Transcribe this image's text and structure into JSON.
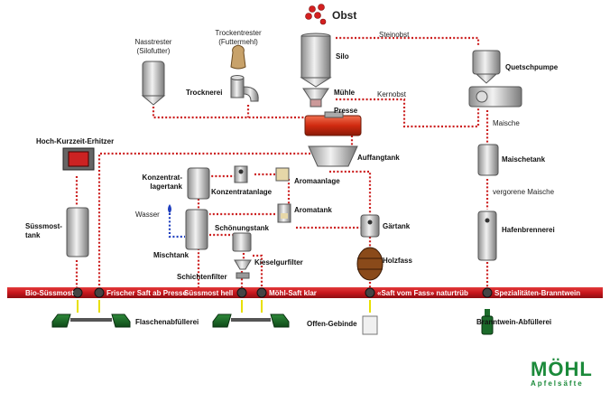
{
  "labels": {
    "obst": "Obst",
    "nasstrester": "Nasstrester\n(Silofutter)",
    "trockentrester": "Trockentrester\n(Futtermehl)",
    "trocknerei": "Trocknerei",
    "silo": "Silo",
    "steinobst": "Steinobst",
    "quetschpumpe": "Quetschpumpe",
    "muehle": "Mühle",
    "kernobst": "Kernobst",
    "presse": "Presse",
    "hochkurzzeit": "Hoch-Kurzzeit-Erhitzer",
    "auffangtank": "Auffangtank",
    "maische": "Maische",
    "maischetank": "Maischetank",
    "konzentratlagertank": "Konzentrat-\nlagertank",
    "konzentratanlage": "Konzentratanlage",
    "aromaanlage": "Aromaanlage",
    "vergorene_maische": "vergorene Maische",
    "wasser": "Wasser",
    "aromatank": "Aromatank",
    "suessmosttank": "Süssmost-\ntank",
    "schoenungstank": "Schönungstank",
    "gaertank": "Gärtank",
    "hafenbrennerei": "Hafenbrennerei",
    "mischtank": "Mischtank",
    "kieselgurfilter": "Kieselgurfilter",
    "holzfass": "Holzfass",
    "schichtenfilter": "Schichtenfilter",
    "flaschenabfuellerei": "Flaschenabfüllerei",
    "offen_gebinde": "Offen-Gebinde",
    "branntwein_abfuellerei": "Branntwein-Abfüllerei"
  },
  "bar_labels": {
    "bio_suessmost": "Bio-Süssmost",
    "frischer_saft": "Frischer Saft ab Presse",
    "suessmost_hell": "Süssmost hell",
    "moehl_saft": "Möhl-Saft klar",
    "saft_vom_fass": "«Saft vom Fass» naturtrüb",
    "spezialitaeten": "Spezialitäten-Branntwein"
  },
  "logo": {
    "name": "MÖHL",
    "sub": "Apfelsäfte"
  },
  "colors": {
    "pipe": "#cc1f1f",
    "bar": "#c8161d",
    "water": "#1f3fbf",
    "tank": "#b8b8b8",
    "logo": "#1b8a3a"
  }
}
